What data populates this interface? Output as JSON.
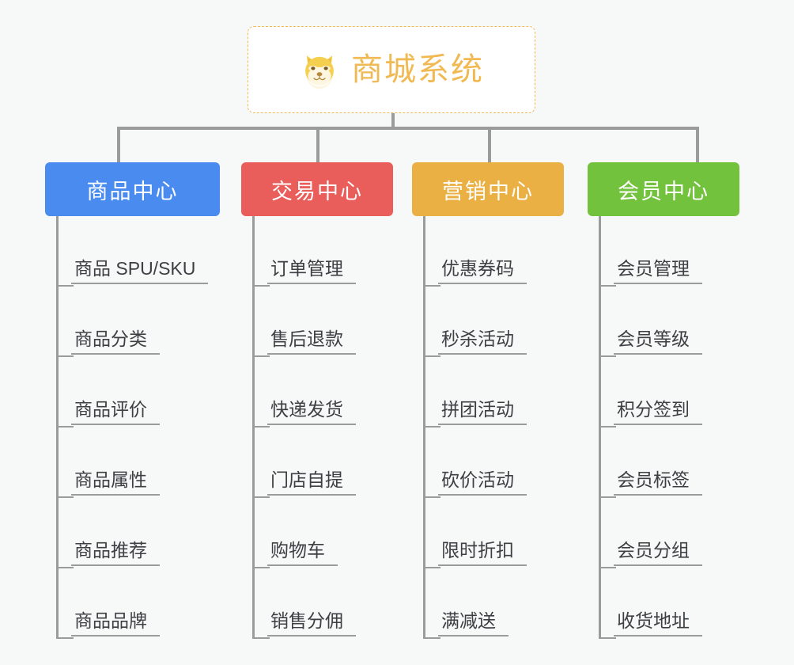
{
  "root": {
    "title": "商城系统",
    "icon": "shiba-dog-emoji",
    "border_color": "#f0b952",
    "text_color": "#f0b952",
    "background": "#ffffff"
  },
  "canvas": {
    "background": "#f7f8f8",
    "connector_color": "#9b9b9b",
    "leaf_text_color": "#3c4043"
  },
  "categories": [
    {
      "label": "商品中心",
      "color": "#4a8bf0",
      "items": [
        "商品 SPU/SKU",
        "商品分类",
        "商品评价",
        "商品属性",
        "商品推荐",
        "商品品牌"
      ]
    },
    {
      "label": "交易中心",
      "color": "#e95d5a",
      "items": [
        "订单管理",
        "售后退款",
        "快递发货",
        "门店自提",
        "购物车",
        "销售分佣"
      ]
    },
    {
      "label": "营销中心",
      "color": "#eab044",
      "items": [
        "优惠券码",
        "秒杀活动",
        "拼团活动",
        "砍价活动",
        "限时折扣",
        "满减送"
      ]
    },
    {
      "label": "会员中心",
      "color": "#73c23d",
      "items": [
        "会员管理",
        "会员等级",
        "积分签到",
        "会员标签",
        "会员分组",
        "收货地址"
      ]
    }
  ]
}
